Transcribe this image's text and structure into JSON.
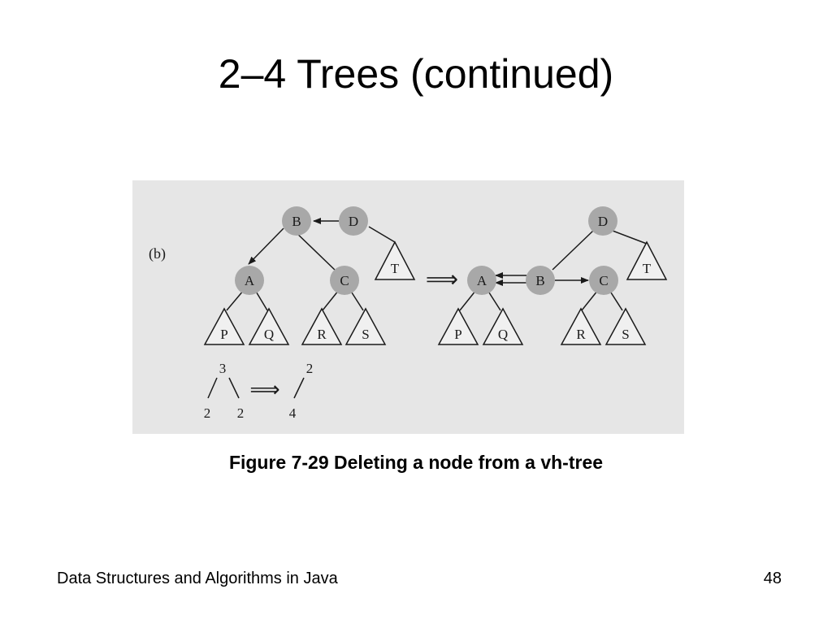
{
  "slide": {
    "title": "2–4 Trees (continued)",
    "caption": "Figure 7-29 Deleting a node from a vh-tree",
    "footer_text": "Data Structures and Algorithms in Java",
    "page_number": "48"
  },
  "figure": {
    "part_label": "(b)",
    "before_tree": {
      "nodes": {
        "b": "B",
        "d": "D",
        "a": "A",
        "c": "C"
      },
      "subtrees": {
        "p": "P",
        "q": "Q",
        "r": "R",
        "s": "S",
        "t": "T"
      }
    },
    "after_tree": {
      "nodes": {
        "d": "D",
        "a": "A",
        "b": "B",
        "c": "C"
      },
      "subtrees": {
        "p": "P",
        "q": "Q",
        "r": "R",
        "s": "S",
        "t": "T"
      }
    },
    "transform_arrow": "⟹",
    "heights": {
      "before": {
        "root": "3",
        "left": "2",
        "right": "2"
      },
      "after": {
        "root": "2",
        "child": "4"
      }
    }
  }
}
